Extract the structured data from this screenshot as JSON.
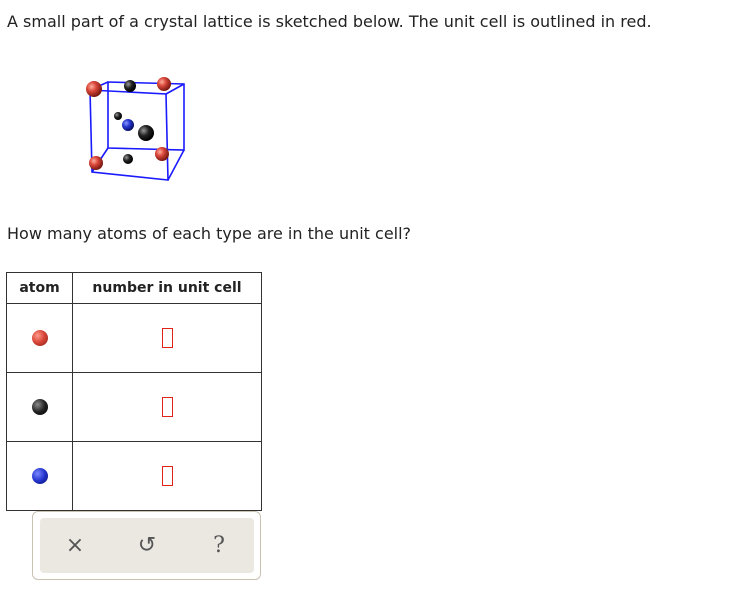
{
  "prompt": "A small part of a crystal lattice is sketched below. The unit cell is outlined in red.",
  "question": "How many atoms of each type are in the unit cell?",
  "table": {
    "headers": [
      "atom",
      "number in unit cell"
    ],
    "rows": [
      {
        "atom_color": "#d9473a",
        "atom_icon": "red-atom-icon",
        "value": ""
      },
      {
        "atom_color": "#222222",
        "atom_icon": "black-atom-icon",
        "value": ""
      },
      {
        "atom_color": "#2233cc",
        "atom_icon": "blue-atom-icon",
        "value": ""
      }
    ]
  },
  "toolbar": {
    "clear_symbol": "×",
    "undo_symbol": "↺",
    "help_symbol": "?"
  },
  "colors": {
    "cell_outline": "#1a1aff",
    "answer_box_border": "#e2231a",
    "toolbar_bg": "#ebe8e2"
  }
}
